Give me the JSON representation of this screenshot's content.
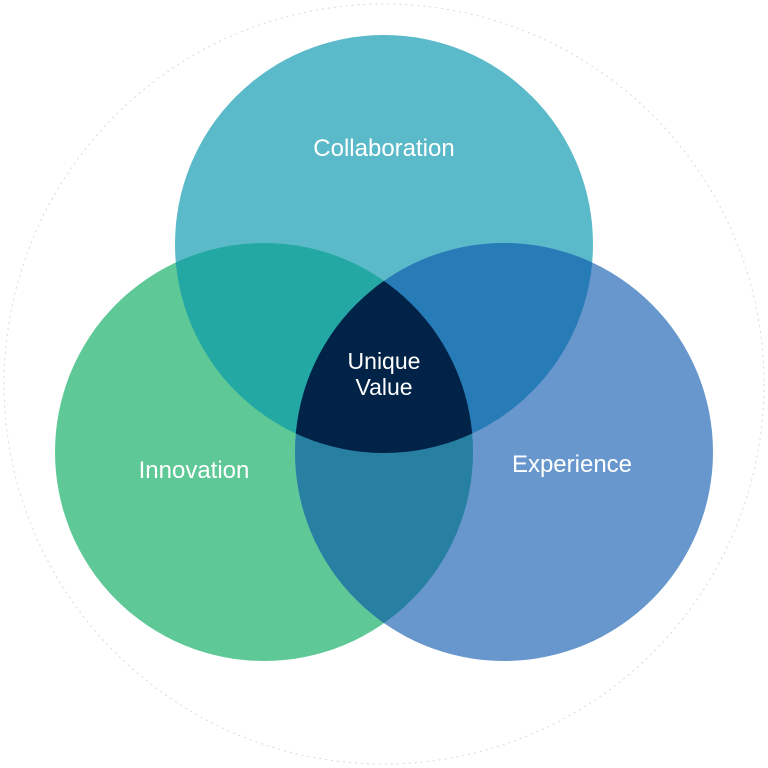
{
  "diagram": {
    "type": "venn",
    "sets": [
      {
        "id": "collaboration",
        "label": "Collaboration",
        "color": "#5bbac9"
      },
      {
        "id": "innovation",
        "label": "Innovation",
        "color": "#5ec896"
      },
      {
        "id": "experience",
        "label": "Experience",
        "color": "#6797cc"
      }
    ],
    "overlaps": {
      "collaboration_innovation": "#23a8a4",
      "collaboration_experience": "#277bb6",
      "innovation_experience": "#2780a2",
      "all": "#022348"
    },
    "center": {
      "line1": "Unique",
      "line2": "Value"
    },
    "outline_color": "#d9d9d9"
  }
}
